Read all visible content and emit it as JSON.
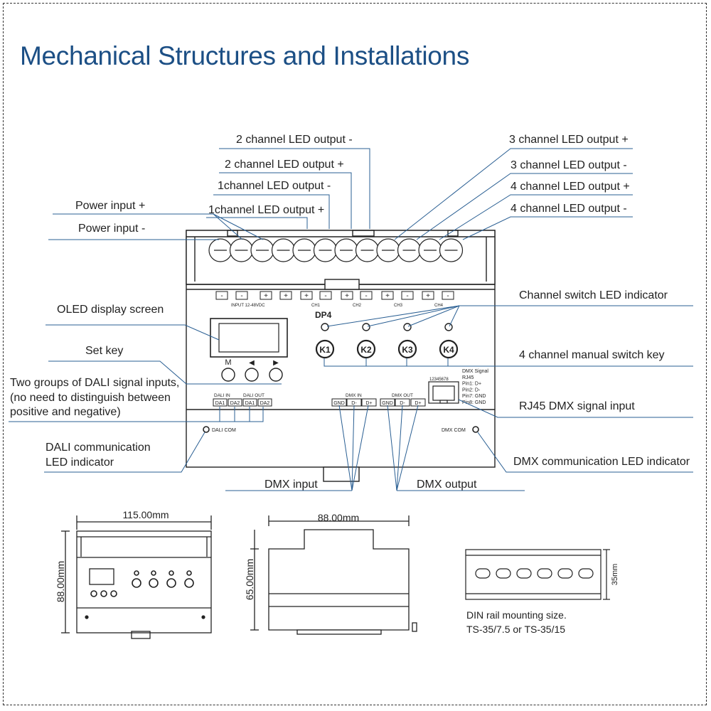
{
  "title": "Mechanical Structures and Installations",
  "callouts": {
    "ch2_neg": "2 channel LED output -",
    "ch3_pos": "3 channel LED output +",
    "ch2_pos": "2 channel LED output +",
    "ch3_neg": "3 channel LED output -",
    "ch1_neg": "1channel LED output -",
    "ch4_pos": "4 channel LED output +",
    "power_pos": "Power input +",
    "ch1_pos": "1channel LED output +",
    "ch4_neg": "4 channel LED output -",
    "power_neg": "Power input -",
    "oled": "OLED display screen",
    "channel_led": "Channel switch LED indicator",
    "set_key": "Set key",
    "manual_key": "4 channel manual switch key",
    "dali_inputs": [
      "Two groups of DALI signal inputs,",
      "(no need to distinguish between",
      "positive and negative)"
    ],
    "rj45": "RJ45 DMX signal input",
    "dali_led": [
      "DALI communication",
      "LED indicator"
    ],
    "dmx_led": "DMX communication LED indicator",
    "dmx_input": "DMX input",
    "dmx_output": "DMX output"
  },
  "device": {
    "terminals": [
      "-",
      "-",
      "+",
      "+",
      "+",
      "-",
      "+",
      "-",
      "+",
      "-",
      "+",
      "-"
    ],
    "input_label": "INPUT 12-48VDC",
    "ch_labels": [
      "CH1",
      "CH2",
      "CH3",
      "CH4"
    ],
    "model": "DP4",
    "keys": [
      "K1",
      "K2",
      "K3",
      "K4"
    ],
    "set_keys": [
      "M",
      "◀",
      "▶"
    ],
    "dali_in": "DALI IN",
    "dali_out": "DALI OUT",
    "dali_pins": [
      "DA1",
      "DA2",
      "DA1",
      "DA2"
    ],
    "dmx_in": "DMX IN",
    "dmx_out": "DMX OUT",
    "dmx_pins": [
      "GND",
      "D-",
      "D+"
    ],
    "rj45_pins": "12345678",
    "rj45_info": [
      "DMX Signal",
      "RJ45",
      "Pin1: D+",
      "Pin2: D-",
      "Pin7: GND",
      "Pin8: GND"
    ],
    "dali_com": "DALI COM",
    "dmx_com": "DMX COM"
  },
  "dimensions": {
    "front_width": "115.00mm",
    "front_height": "88.00mm",
    "side_width": "88.00mm",
    "side_height": "65.00mm",
    "rail_height": "35mm",
    "din_note": [
      "DIN rail mounting size.",
      "TS-35/7.5 or TS-35/15"
    ]
  }
}
